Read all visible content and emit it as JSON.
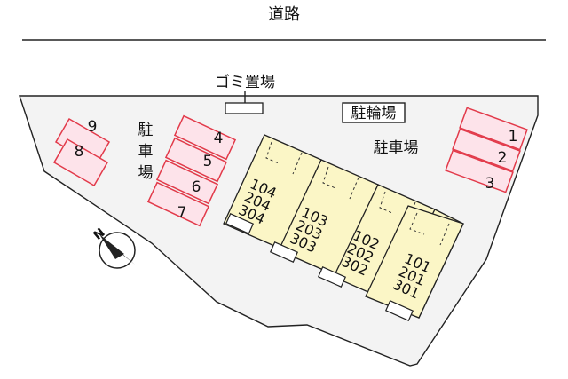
{
  "road": {
    "label": "道路"
  },
  "labels": {
    "garbage": "ゴミ置場",
    "bicycle": "駐輪場",
    "parking_left_chars": [
      "駐",
      "車",
      "場"
    ],
    "parking_right": "駐車場",
    "north": "N"
  },
  "parking_spaces": {
    "right": [
      "1",
      "2",
      "3"
    ],
    "middle": [
      "4",
      "5",
      "6",
      "7"
    ],
    "left": [
      "9",
      "8"
    ]
  },
  "units": [
    {
      "numbers": [
        "104",
        "204",
        "304"
      ]
    },
    {
      "numbers": [
        "103",
        "203",
        "303"
      ]
    },
    {
      "numbers": [
        "102",
        "202",
        "302"
      ]
    },
    {
      "numbers": [
        "101",
        "201",
        "301"
      ]
    }
  ],
  "colors": {
    "parking_fill": "#fde3ea",
    "parking_stroke": "#e23a4a",
    "building_fill": "#fbf6c6",
    "lot_fill": "#f3f3f3",
    "line": "#222222"
  }
}
